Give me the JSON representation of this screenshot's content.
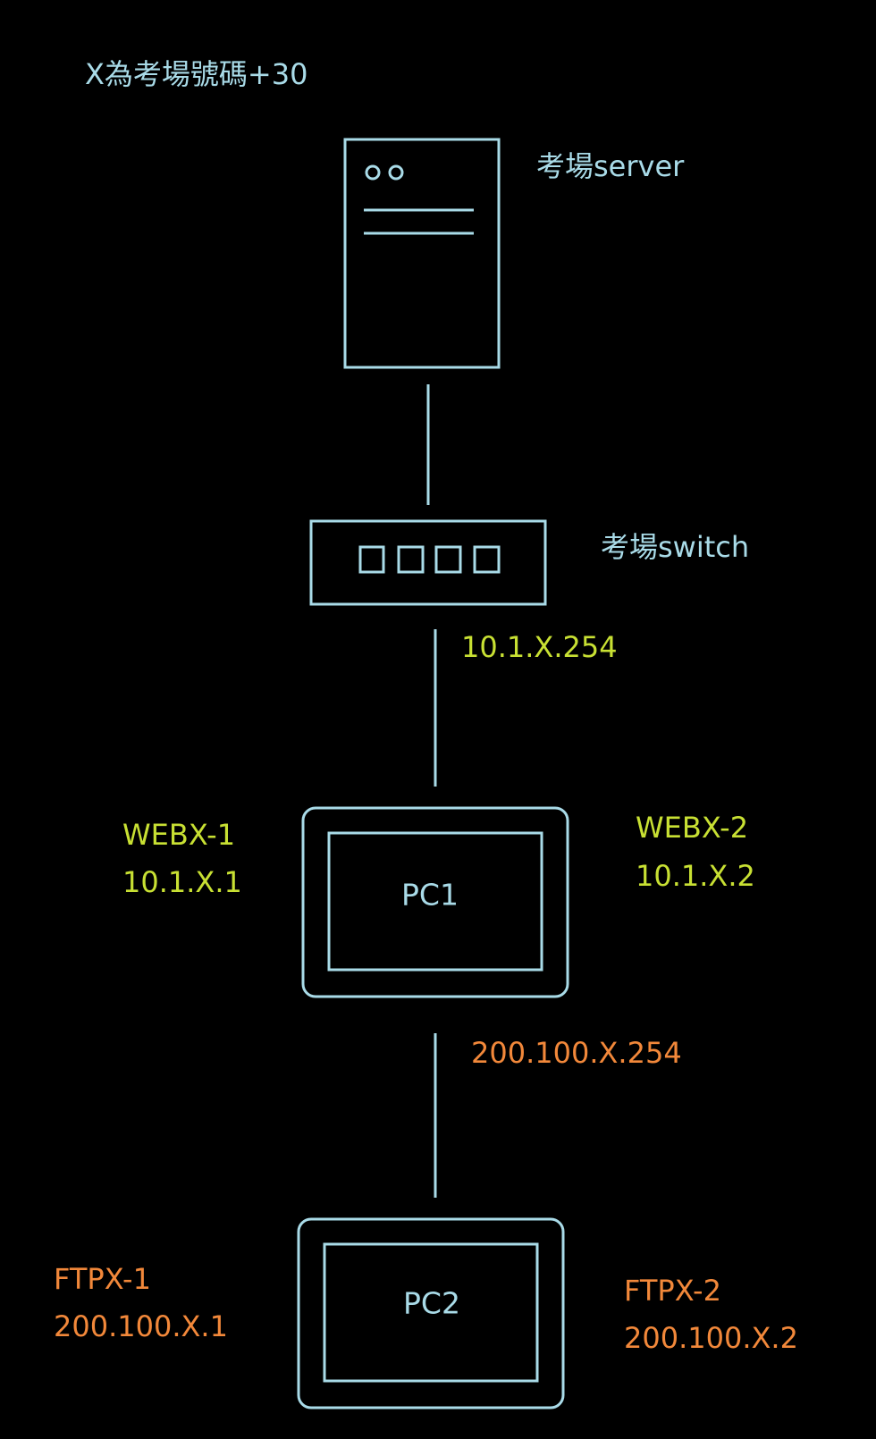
{
  "note": "X為考場號碼+30",
  "server": {
    "label": "考場server",
    "icon": "server-icon"
  },
  "switch": {
    "label": "考場switch",
    "icon": "switch-icon"
  },
  "link_switch_pc1": {
    "ip": "10.1.X.254"
  },
  "pc1": {
    "label": "PC1",
    "left": {
      "name": "WEBX-1",
      "ip": "10.1.X.1"
    },
    "right": {
      "name": "WEBX-2",
      "ip": "10.1.X.2"
    }
  },
  "link_pc1_pc2": {
    "ip": "200.100.X.254"
  },
  "pc2": {
    "label": "PC2",
    "left": {
      "name": "FTPX-1",
      "ip": "200.100.X.1"
    },
    "right": {
      "name": "FTPX-2",
      "ip": "200.100.X.2"
    }
  },
  "colors": {
    "background": "#000000",
    "line": "#a9dbe8",
    "lan_text": "#c8e033",
    "wan_text": "#f2883a"
  }
}
